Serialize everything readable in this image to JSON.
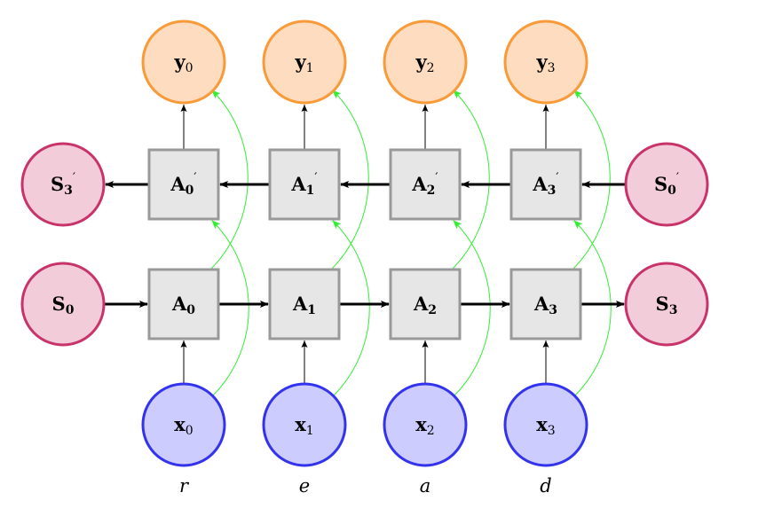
{
  "colors": {
    "output_fill": "#fddcbf",
    "output_stroke": "#f99a38",
    "state_fill": "#f2cdd9",
    "state_stroke": "#c8336a",
    "input_fill": "#ccccff",
    "input_stroke": "#3333ee",
    "cell_fill": "#e6e6e6",
    "cell_stroke": "#999999",
    "skip_arrow": "#33ee33"
  },
  "outputs": [
    {
      "base": "y",
      "sub": "0"
    },
    {
      "base": "y",
      "sub": "1"
    },
    {
      "base": "y",
      "sub": "2"
    },
    {
      "base": "y",
      "sub": "3"
    }
  ],
  "backward_cells": [
    {
      "base": "A",
      "sub": "0",
      "prime": "′"
    },
    {
      "base": "A",
      "sub": "1",
      "prime": "′"
    },
    {
      "base": "A",
      "sub": "2",
      "prime": "′"
    },
    {
      "base": "A",
      "sub": "3",
      "prime": "′"
    }
  ],
  "forward_cells": [
    {
      "base": "A",
      "sub": "0"
    },
    {
      "base": "A",
      "sub": "1"
    },
    {
      "base": "A",
      "sub": "2"
    },
    {
      "base": "A",
      "sub": "3"
    }
  ],
  "inputs": [
    {
      "base": "x",
      "sub": "0"
    },
    {
      "base": "x",
      "sub": "1"
    },
    {
      "base": "x",
      "sub": "2"
    },
    {
      "base": "x",
      "sub": "3"
    }
  ],
  "words": [
    "r",
    "e",
    "a",
    "d"
  ],
  "states": {
    "backward_end": {
      "base": "S",
      "sub": "3",
      "prime": "′"
    },
    "backward_start": {
      "base": "S",
      "sub": "0",
      "prime": "′"
    },
    "forward_start": {
      "base": "S",
      "sub": "0"
    },
    "forward_end": {
      "base": "S",
      "sub": "3"
    }
  }
}
